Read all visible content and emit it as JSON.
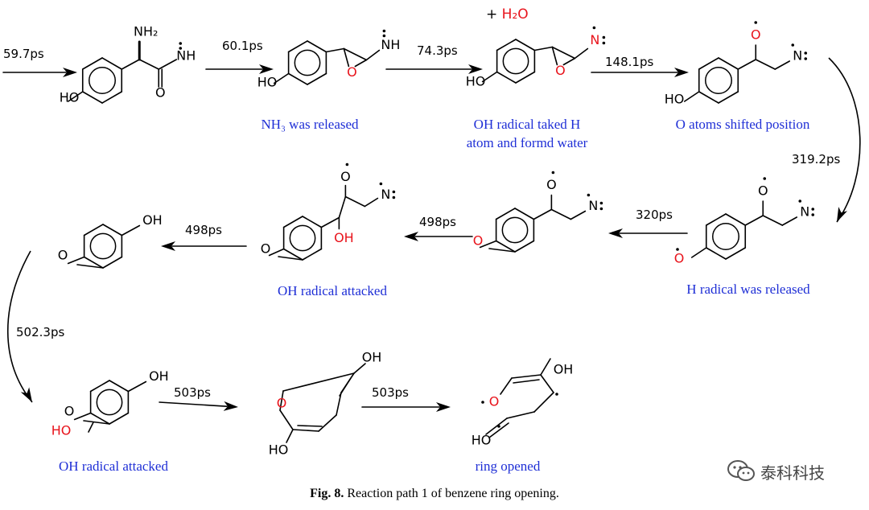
{
  "times": {
    "t1": "59.7ps",
    "t2": "60.1ps",
    "t3": "74.3ps",
    "t4": "148.1ps",
    "t5": "319.2ps",
    "t6": "320ps",
    "t7": "498ps",
    "t8": "498ps",
    "t9": "502.3ps",
    "t10": "503ps",
    "t11": "503ps"
  },
  "water": {
    "plus": "+",
    "formula": "H₂O"
  },
  "descriptions": {
    "d1": "NH₃ was released",
    "d2_line1": "OH radical taked H",
    "d2_line2": "atom and formd water",
    "d3": "O atoms shifted position",
    "d4": "H radical was released",
    "d5": "OH radical attacked",
    "d6": "OH radical attacked",
    "d7": "ring opened"
  },
  "atoms": {
    "nh2": "NH₂",
    "nh": "NH",
    "n": "N",
    "o": "O",
    "oh": "OH",
    "ho": "HO",
    "dot": "·"
  },
  "caption": {
    "label": "Fig. 8.",
    "text": "Reaction path 1 of benzene ring opening."
  },
  "watermark": {
    "text": "泰科科技"
  },
  "colors": {
    "desc": "#1f2fd6",
    "red": "#e8141c",
    "black": "#000000"
  }
}
